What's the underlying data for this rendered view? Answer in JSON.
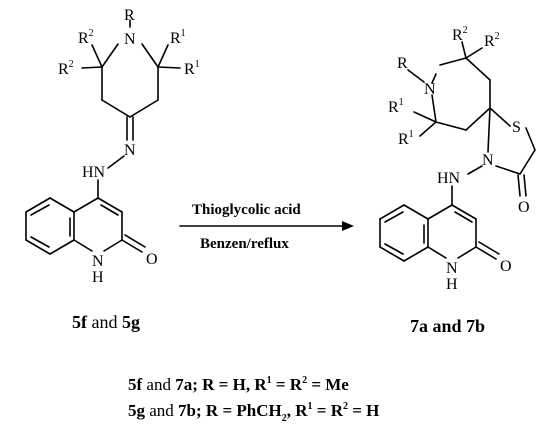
{
  "reactant": {
    "atoms": {
      "n_ring": "N",
      "r_top": "R",
      "r2_a": "R",
      "r2_a_sup": "2",
      "r2_b": "R",
      "r2_b_sup": "2",
      "r1_a": "R",
      "r1_a_sup": "1",
      "r1_b": "R",
      "r1_b_sup": "1",
      "n_hydrazone": "N",
      "hn": "HN",
      "n_quin": "N",
      "h_quin": "H",
      "o": "O"
    },
    "label_bold": "5f",
    "label_and": "and",
    "label_bold2": "5g"
  },
  "arrow": {
    "reagent": "Thioglycolic acid",
    "conditions": "Benzen/reflux"
  },
  "product": {
    "atoms": {
      "n_ring": "N",
      "r_left": "R",
      "r2_a": "R",
      "r2_a_sup": "2",
      "r2_b": "R",
      "r2_b_sup": "2",
      "r1_a": "R",
      "r1_a_sup": "1",
      "r1_b": "R",
      "r1_b_sup": "1",
      "s": "S",
      "n_thiaz": "N",
      "hn": "HN",
      "o_thiaz": "O",
      "n_quin": "N",
      "h_quin": "H",
      "o": "O"
    },
    "label": "7a and 7b"
  },
  "legend": {
    "line1": {
      "cmp_a": "5f",
      "and": "and",
      "cmp_b": "7a;",
      "r_text": "R = H, R",
      "r1_sup": "1",
      "eq": " = R",
      "r2_sup": "2",
      "tail": " = Me"
    },
    "line2": {
      "cmp_a": "5g",
      "and": "and",
      "cmp_b": "7b;",
      "r_text": "R = PhCH",
      "sub2": "2",
      "r_text2": ", R",
      "r1_sup": "1",
      "eq": " = R",
      "r2_sup": "2",
      "tail": " = H"
    }
  }
}
